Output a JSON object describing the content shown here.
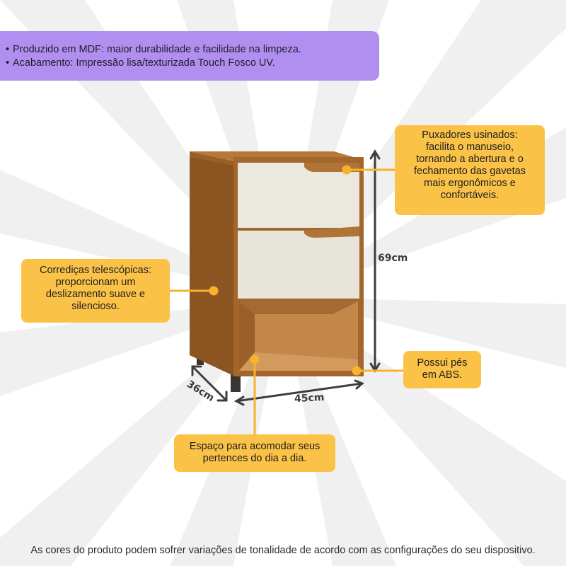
{
  "banner": {
    "items": [
      "Produzido em MDF: maior durabilidade e facilidade na limpeza.",
      "Acabamento: Impressão lisa/texturizada Touch Fosco UV."
    ]
  },
  "callouts": {
    "handles": [
      "Puxadores usinados:",
      "facilita o manuseio,",
      "tornando a abertura e o",
      "fechamento das gavetas",
      "mais ergonômicos e",
      "confortáveis."
    ],
    "slides": [
      "Corrediças telescópicas:",
      "proporcionam um",
      "deslizamento suave e",
      "silencioso."
    ],
    "feet": [
      "Possui pés",
      "em ABS."
    ],
    "space": [
      "Espaço para acomodar seus",
      "pertences do dia a dia."
    ]
  },
  "dimensions": {
    "height": "69cm",
    "width": "45cm",
    "depth": "36cm"
  },
  "footer": "As cores do produto podem sofrer variações de tonalidade de acordo com as configurações do seu dispositivo.",
  "colors": {
    "banner": "#b18ff1",
    "callout": "#fbc248",
    "wood": "#a0642a",
    "drawer": "#ebe8df",
    "ray": "#f1f1f1"
  }
}
